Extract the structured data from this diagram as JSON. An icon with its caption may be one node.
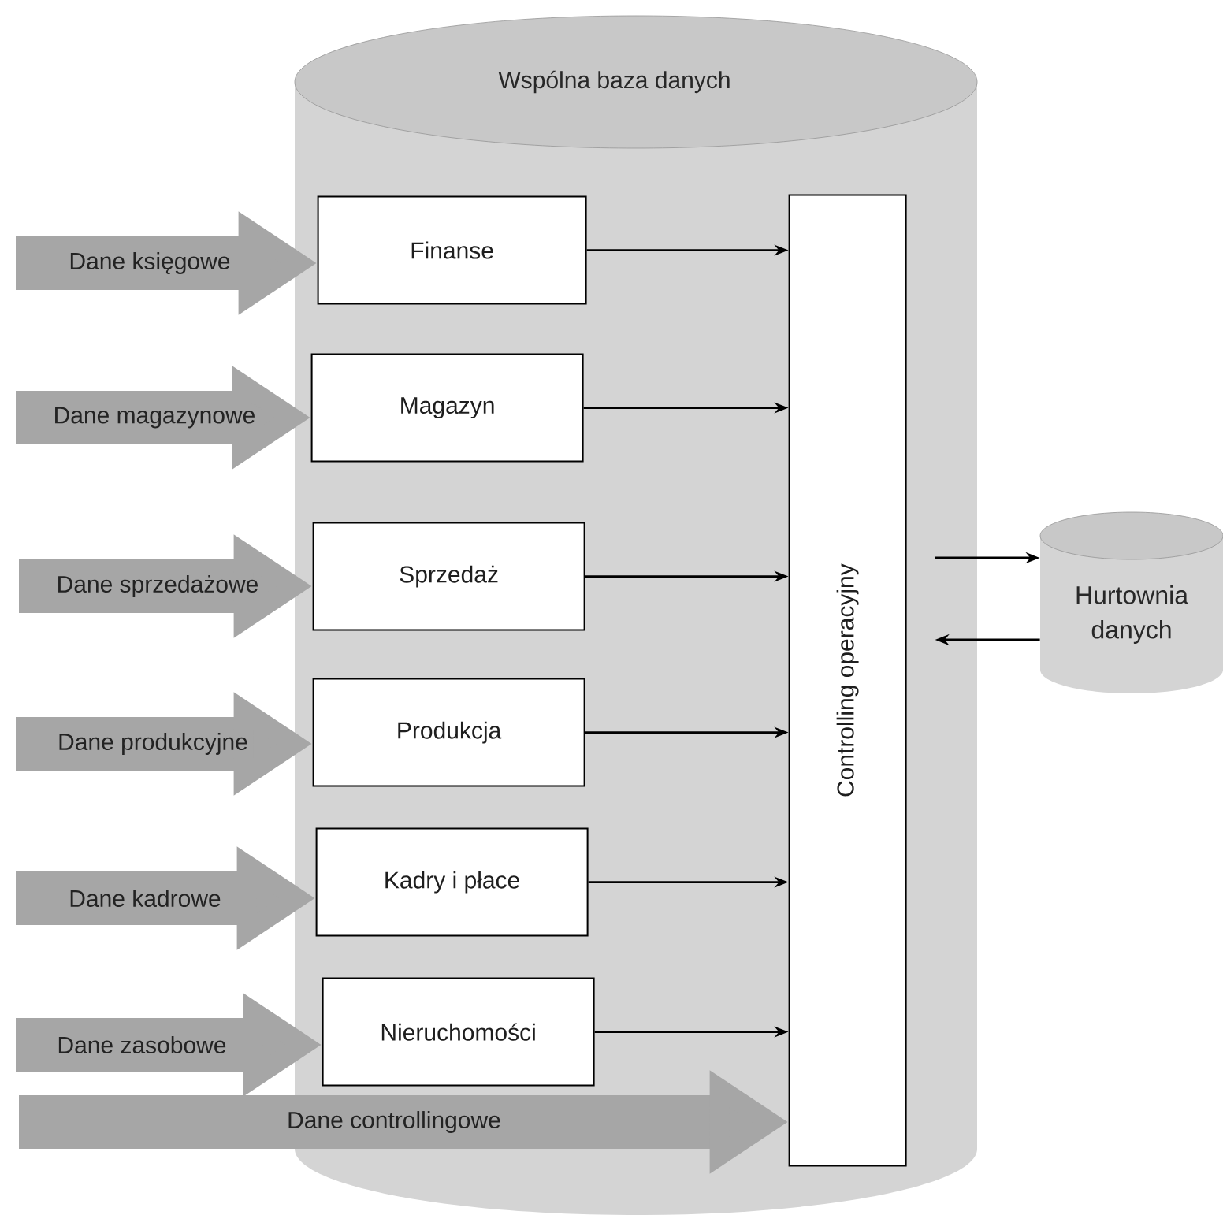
{
  "diagram": {
    "nodes": [
      {
        "text": [
          "Wspólna baza danych"
        ]
      },
      {
        "text": [
          "Finanse"
        ],
        "in": 0
      },
      {
        "text": [
          "Magazyn"
        ],
        "in": 0
      },
      {
        "text": [
          "Sprzedaż"
        ],
        "in": 0
      },
      {
        "text": [
          "Produkcja"
        ],
        "in": 0
      },
      {
        "text": [
          "Kadry i płace"
        ],
        "in": 0
      },
      {
        "text": [
          "Nieruchomości"
        ],
        "in": 0
      },
      {
        "text": [
          "Controlling operacyjny"
        ],
        "in": 0
      },
      {
        "text": [
          "Hurtownia danych"
        ]
      }
    ],
    "edges": [
      {
        "from": null,
        "to": 1,
        "arrow": "to",
        "label": "Dane księgowe",
        "style": "thick",
        "color": "#a6a6a6"
      },
      {
        "from": null,
        "to": 2,
        "arrow": "to",
        "label": "Dane magazynowe",
        "style": "thick",
        "color": "#a6a6a6"
      },
      {
        "from": null,
        "to": 3,
        "arrow": "to",
        "label": "Dane sprzedażowe",
        "style": "thick",
        "color": "#a6a6a6"
      },
      {
        "from": null,
        "to": 4,
        "arrow": "to",
        "label": "Dane produkcyjne",
        "style": "thick",
        "color": "#a6a6a6"
      },
      {
        "from": null,
        "to": 5,
        "arrow": "to",
        "label": "Dane kadrowe",
        "style": "thick",
        "color": "#a6a6a6"
      },
      {
        "from": null,
        "to": 6,
        "arrow": "to",
        "label": "Dane zasobowe",
        "style": "thick",
        "color": "#a6a6a6"
      },
      {
        "from": null,
        "to": 7,
        "arrow": "to",
        "label": "Dane controllingowe",
        "style": "thick",
        "color": "#a6a6a6"
      },
      {
        "from": 1,
        "to": 7,
        "arrow": "to"
      },
      {
        "from": 2,
        "to": 7,
        "arrow": "to"
      },
      {
        "from": 3,
        "to": 7,
        "arrow": "to"
      },
      {
        "from": 4,
        "to": 7,
        "arrow": "to"
      },
      {
        "from": 5,
        "to": 7,
        "arrow": "to"
      },
      {
        "from": 6,
        "to": 7,
        "arrow": "to"
      },
      {
        "from": 7,
        "to": 8,
        "arrow": "to"
      },
      {
        "from": 8,
        "to": 7,
        "arrow": "to"
      }
    ]
  }
}
